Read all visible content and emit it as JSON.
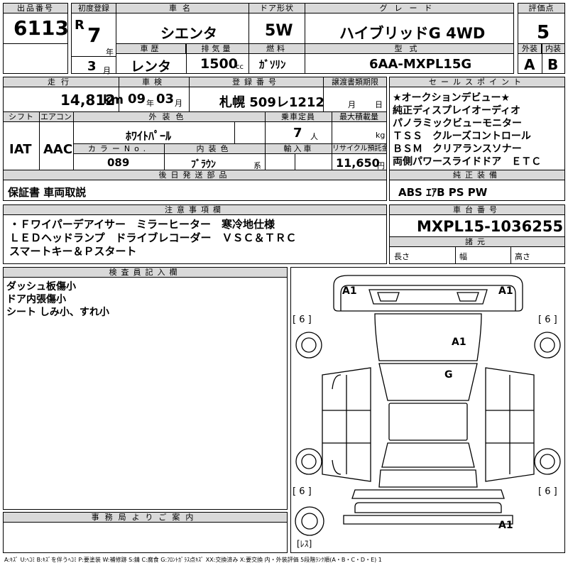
{
  "header": {
    "lot_label": "出品番号",
    "lot_value": "6113",
    "first_reg_label": "初度登録",
    "era_prefix": "R",
    "first_reg_year": "7",
    "year_unit": "年",
    "first_reg_month": "3",
    "month_unit": "月",
    "name_label": "車名",
    "name_value": "シエンタ",
    "history_label": "車歴",
    "history_value": "レンタ",
    "displacement_label": "排気量",
    "displacement_value": "1500",
    "displacement_unit": "cc",
    "door_label": "ドア形状",
    "door_value": "5W",
    "fuel_label": "燃料",
    "fuel_value": "ｶﾞｿﾘﾝ",
    "grade_label": "グレード",
    "grade_value": "ハイブリッドG 4WD",
    "model_label": "型式",
    "model_value": "6AA-MXPL15G",
    "score_label": "評価点",
    "score_value": "5",
    "ext_label": "外装",
    "ext_value": "A",
    "int_label": "内装",
    "int_value": "B"
  },
  "row2": {
    "mileage_label": "走行",
    "mileage_value": "14,812",
    "mileage_unit": "km",
    "inspection_label": "車検",
    "inspection_year": "09",
    "inspection_year_unit": "年",
    "inspection_month": "03",
    "inspection_month_unit": "月",
    "reg_label": "登録番号",
    "reg_value": "札幌 509レ1212",
    "transfer_label": "譲渡書類期限",
    "transfer_month_unit": "月",
    "transfer_day_unit": "日",
    "shift_label": "シフト",
    "shift_value": "IAT",
    "ac_label": "エアコン",
    "ac_value": "AAC",
    "color_label": "外装色",
    "color_value": "ﾎﾜｲﾄﾊﾟｰﾙ",
    "capacity_label": "乗車定員",
    "capacity_value": "7",
    "capacity_unit": "人",
    "load_label": "最大積載量",
    "load_unit": "kg",
    "color_no_label": "カラーNo.",
    "color_no_value": "089",
    "interior_color_label": "内装色",
    "interior_color_value": "ﾌﾞﾗｳﾝ",
    "interior_color_unit": "系",
    "import_label": "輸入車",
    "recycle_label": "リサイクル預託金",
    "recycle_value": "11,650",
    "recycle_unit": "円"
  },
  "sales_points": {
    "label": "セールスポイント",
    "lines": [
      "★オークションデビュー★",
      "純正ディスプレイオーディオ",
      "パノラミックビューモニター",
      "ＴＳＳ　クルーズコントロール",
      "ＢＳＭ　クリアランスソナー",
      "両側パワースライドドア　ＥＴＣ"
    ]
  },
  "later_parts": {
    "label": "後日発送部品",
    "value": "保証書 車両取説"
  },
  "equipment": {
    "label": "純正装備",
    "value": "ABS ｴｱB PS PW"
  },
  "notes": {
    "label": "注意事項欄",
    "lines": [
      "・Ｆワイパーデアイサー　ミラーヒーター　寒冷地仕様",
      "ＬＥＤヘッドランプ　ドライブレコーダー　ＶＳＣ＆ＴＲＣ",
      "スマートキー＆Ｐスタート"
    ]
  },
  "chassis": {
    "label": "車台番号",
    "value": "MXPL15-1036255"
  },
  "specs": {
    "label": "諸元",
    "length_label": "長さ",
    "width_label": "幅",
    "height_label": "高さ"
  },
  "inspector": {
    "label": "検査員記入欄",
    "lines": [
      "ダッシュ板傷小",
      "ドア内張傷小",
      "シート しみ小、すれ小"
    ]
  },
  "office": {
    "label": "事務局よりご案内"
  },
  "diagram": {
    "marks": [
      "A1",
      "A1",
      "A1",
      "G",
      "A1"
    ],
    "tire_labels": [
      "[ 6 ]",
      "[ 6 ]",
      "[ 6 ]",
      "[ 6 ]"
    ],
    "spare_label": "[ﾚｽ]"
  },
  "legend": "A:ｷｽﾞ  U:ﾍｺﾐ  B:ｷｽﾞを伴うﾍｺﾐ  P:要塗装  W:補修跡  S:錆  C:腐食  G:ﾌﾛﾝﾄｶﾞﾗｽ点ｷｽﾞ  XX:交換済み  X:要交換  内・外装評価  5段階ﾗﾝｸ順(A・B・C・D・E) 1"
}
